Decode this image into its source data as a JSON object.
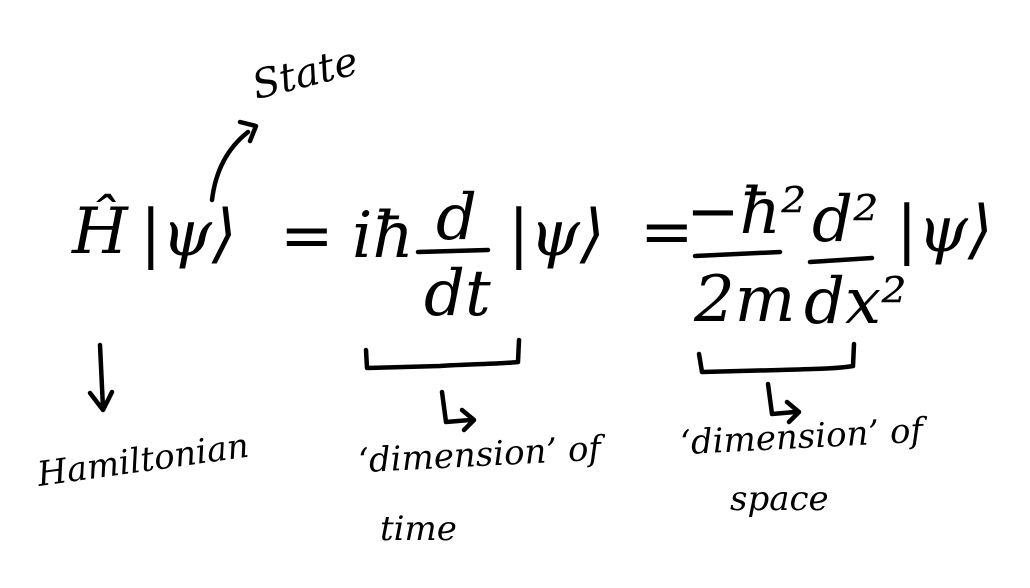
{
  "annotations": {
    "state": "State",
    "hamiltonian": "Hamiltonian",
    "dim_time_line1": "‘dimension’ of",
    "dim_time_line2": "time",
    "dim_space_line1": "‘dimension’ of",
    "dim_space_line2": "space"
  },
  "equation": {
    "hamiltonian_op": "Ĥ",
    "ket_lhs": "|ψ⟩",
    "equals_1": "=",
    "i_hbar": "iħ",
    "d_num": "d",
    "dt_den": "dt",
    "ket_mid": "|ψ⟩",
    "equals_2": "=",
    "minus_hbar_sq": "−ħ²",
    "two_m": "2m",
    "d2_num": "d²",
    "dx2_den": "dx²",
    "ket_rhs": "|ψ⟩"
  },
  "colors": {
    "ink": "#000000",
    "paper": "#ffffff"
  }
}
